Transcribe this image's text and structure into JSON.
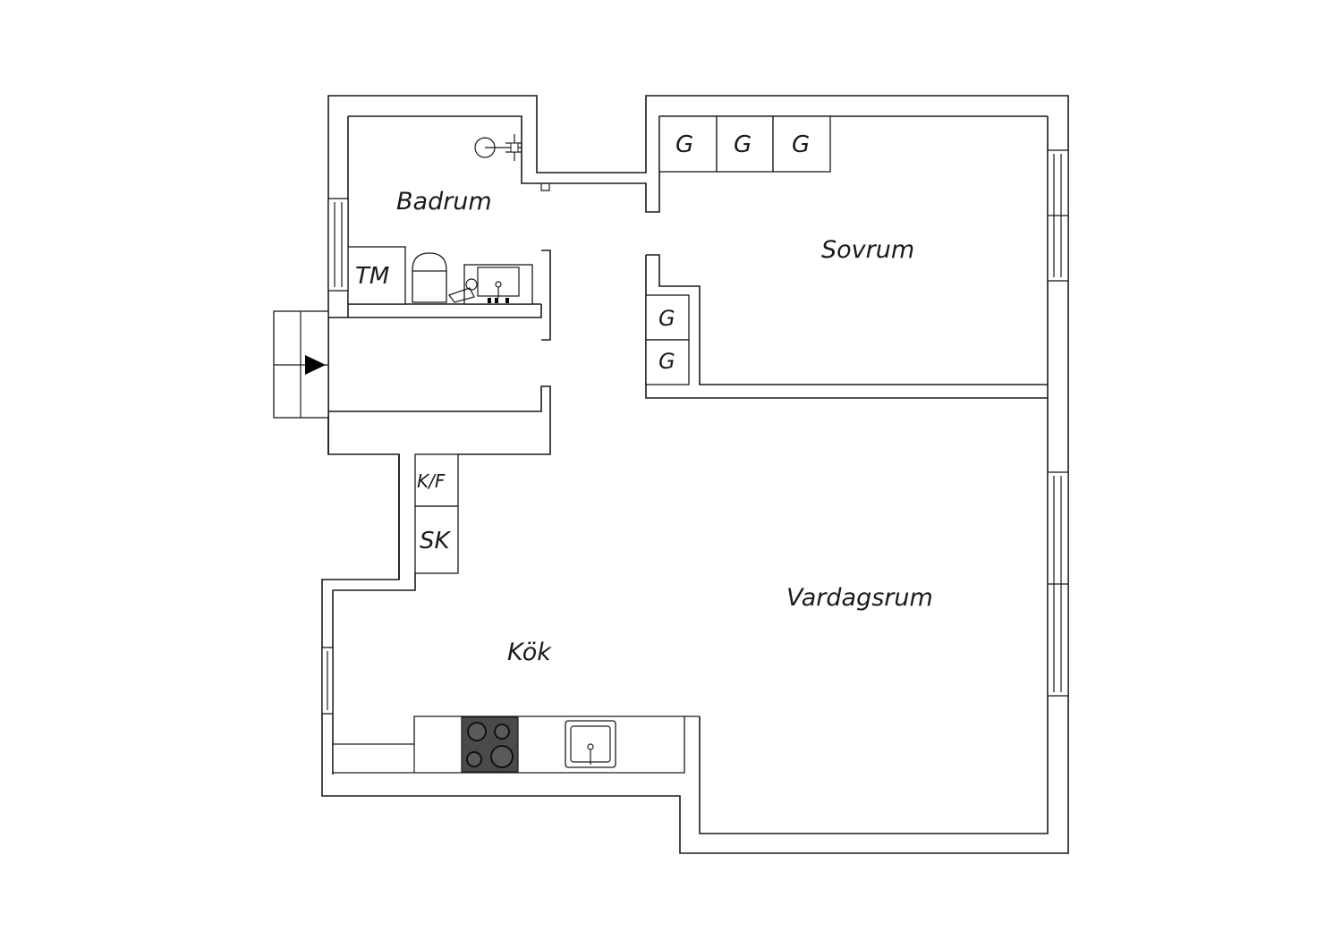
{
  "rooms": {
    "badrum": "Badrum",
    "sovrum": "Sovrum",
    "vardagsrum": "Vardagsrum",
    "kok": "Kök"
  },
  "units": {
    "wardrobe": "G",
    "washer": "TM",
    "fridge_freezer": "K/F",
    "cabinet": "SK"
  },
  "icons": {
    "entrance": "entrance-arrow-icon",
    "stove": "stove-icon",
    "sink": "sink-icon",
    "toilet": "toilet-icon",
    "shower": "shower-icon"
  }
}
